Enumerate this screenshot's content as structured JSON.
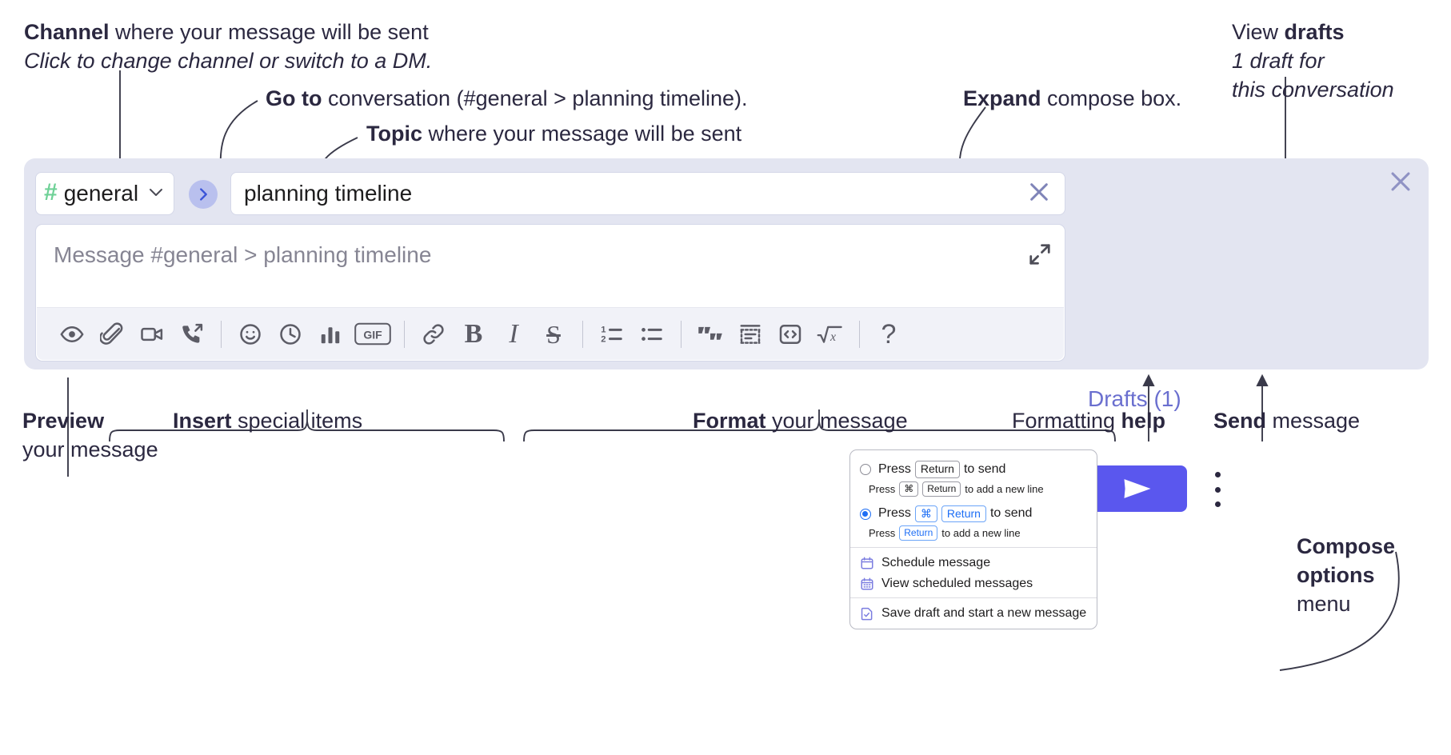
{
  "annotations": {
    "channel": {
      "line1_bold": "Channel",
      "line1_rest": " where your message will be sent",
      "line2_italic": "Click to change channel or switch to a DM."
    },
    "goto": {
      "bold": "Go to",
      "rest": " conversation (#general > planning timeline)."
    },
    "topic": {
      "bold": "Topic",
      "rest": " where your message will be sent"
    },
    "expand": {
      "bold": "Expand",
      "rest": " compose box."
    },
    "drafts": {
      "line1_rest": "View ",
      "line1_bold": "drafts",
      "line2_italic": "1 draft for",
      "line3_italic": "this conversation"
    },
    "preview": {
      "bold": "Preview",
      "line2": "your message"
    },
    "insert": {
      "bold": "Insert",
      "rest": " special items"
    },
    "format": {
      "bold": "Format",
      "rest": " your message"
    },
    "help": {
      "rest": "Formatting ",
      "bold": "help"
    },
    "send": {
      "bold": "Send",
      "rest": " message"
    },
    "compose_options": {
      "bold1": "Compose",
      "bold2": "options",
      "line3": "menu"
    }
  },
  "compose": {
    "channel_name": "general",
    "channel_hash": "#",
    "topic_value": "planning timeline",
    "message_placeholder": "Message #general > planning timeline",
    "drafts_label": "Drafts (1)",
    "toolbar": [
      {
        "name": "preview-icon",
        "glyph": ""
      },
      {
        "name": "attachment-icon",
        "glyph": ""
      },
      {
        "name": "video-icon",
        "glyph": ""
      },
      {
        "name": "call-icon",
        "glyph": ""
      },
      {
        "name": "divider",
        "glyph": ""
      },
      {
        "name": "emoji-icon",
        "glyph": ""
      },
      {
        "name": "clock-icon",
        "glyph": ""
      },
      {
        "name": "poll-icon",
        "glyph": ""
      },
      {
        "name": "gif-icon",
        "glyph": "GIF"
      },
      {
        "name": "divider",
        "glyph": ""
      },
      {
        "name": "link-icon",
        "glyph": ""
      },
      {
        "name": "bold-icon",
        "glyph": "B"
      },
      {
        "name": "italic-icon",
        "glyph": "I"
      },
      {
        "name": "strikethrough-icon",
        "glyph": "S"
      },
      {
        "name": "divider",
        "glyph": ""
      },
      {
        "name": "ordered-list-icon",
        "glyph": ""
      },
      {
        "name": "bullet-list-icon",
        "glyph": ""
      },
      {
        "name": "divider",
        "glyph": ""
      },
      {
        "name": "blockquote-icon",
        "glyph": ""
      },
      {
        "name": "code-block-icon",
        "glyph": ""
      },
      {
        "name": "code-icon",
        "glyph": ""
      },
      {
        "name": "math-icon",
        "glyph": ""
      },
      {
        "name": "divider",
        "glyph": ""
      },
      {
        "name": "help-icon",
        "glyph": "?"
      }
    ]
  },
  "menu": {
    "option_return": {
      "selected": false,
      "press": "Press",
      "key": "Return",
      "to_send": "to send",
      "sub_press": "Press",
      "sub_key1": "⌘",
      "sub_key2": "Return",
      "sub_rest": "to add a new line"
    },
    "option_cmd_return": {
      "selected": true,
      "press": "Press",
      "key1": "⌘",
      "key2": "Return",
      "to_send": "to send",
      "sub_press": "Press",
      "sub_key": "Return",
      "sub_rest": "to add a new line"
    },
    "items": [
      {
        "label": "Schedule message",
        "icon": "calendar-icon"
      },
      {
        "label": "View scheduled messages",
        "icon": "calendar-grid-icon"
      },
      {
        "label": "Save draft and start a new message",
        "icon": "draft-check-icon"
      }
    ]
  },
  "colors": {
    "compose_bg": "#e3e5f1",
    "send_button": "#5a57ee",
    "channel_hash": "#6fd197",
    "drafts_text": "#6a6fcf",
    "accent_blue": "#1d6ef5"
  }
}
